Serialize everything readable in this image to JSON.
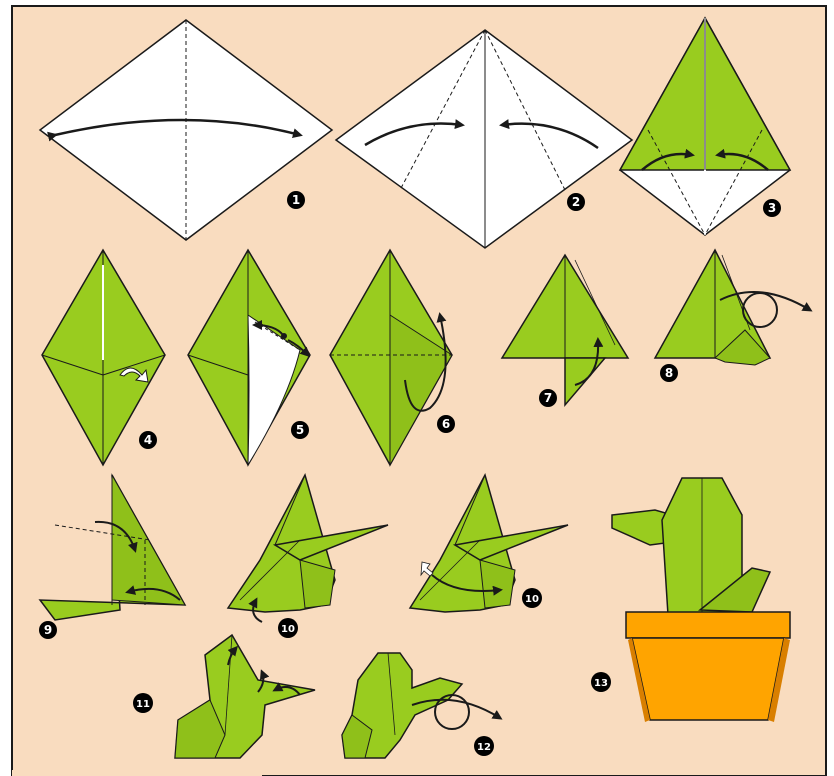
{
  "colors": {
    "background": "#f9dcbf",
    "paper_green": "#99cc1f",
    "paper_green_dark": "#7aa80f",
    "paper_white": "#ffffff",
    "pot_orange": "#ffa400",
    "pot_orange_dark": "#d97f00",
    "outline": "#1a1a1a"
  },
  "steps": [
    {
      "number": "1"
    },
    {
      "number": "2"
    },
    {
      "number": "3"
    },
    {
      "number": "4"
    },
    {
      "number": "5"
    },
    {
      "number": "6"
    },
    {
      "number": "7"
    },
    {
      "number": "8"
    },
    {
      "number": "9"
    },
    {
      "number": "10"
    },
    {
      "number": "10"
    },
    {
      "number": "11"
    },
    {
      "number": "12"
    },
    {
      "number": "13"
    }
  ]
}
